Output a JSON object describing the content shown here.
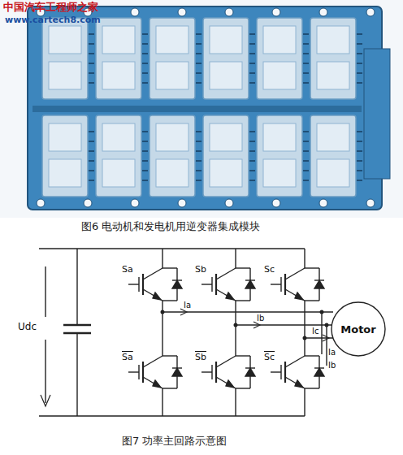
{
  "diagram": {
    "caption": "图7 功率主回路示意图",
    "nodes": [
      {
        "text": [
          "Motor"
        ]
      }
    ],
    "labels": [
      "中国汽车工程师之家",
      "www.cartech8.com",
      "图6 电动机和发电机用逆变器集成模块",
      "Udc",
      "Sa",
      "Sb",
      "Sc",
      "Sa",
      "Sb",
      "Sc",
      "Ia",
      "Ib",
      "Ic",
      "Ia",
      "Ib"
    ]
  }
}
